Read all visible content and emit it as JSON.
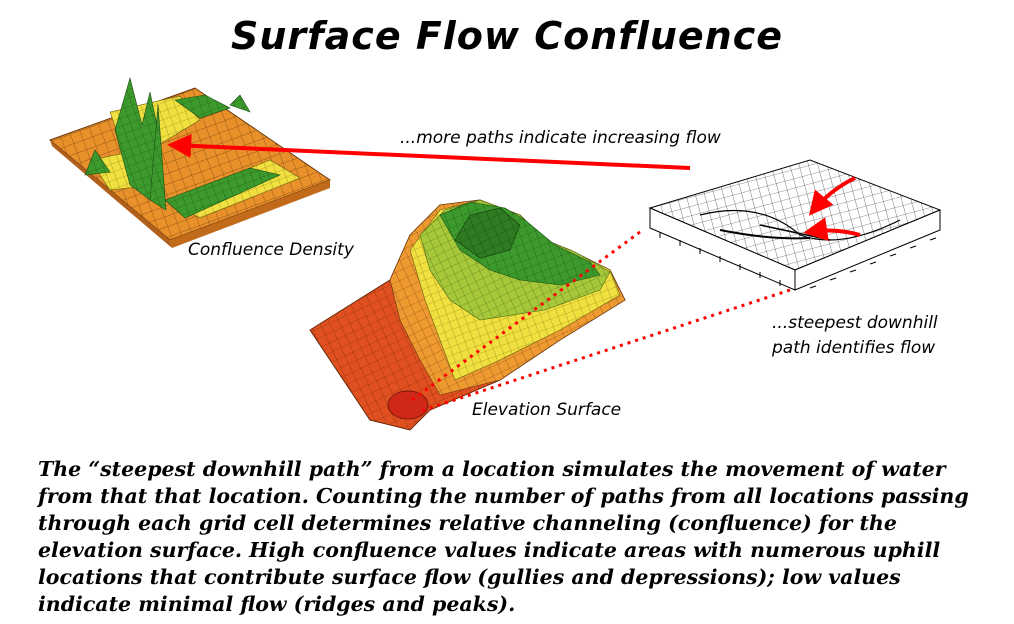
{
  "title": "Surface Flow Confluence",
  "labels": {
    "more_paths": "...more paths indicate increasing flow",
    "confluence_density": "Confluence Density",
    "steepest_line1": "...steepest downhill",
    "steepest_line2": "path identifies flow",
    "elevation_surface": "Elevation Surface"
  },
  "caption": "The “steepest downhill path” from a location simulates the movement of water from that that location.  Counting the number of paths from all locations passing through each grid cell determines relative channeling (confluence) for the elevation surface.  High confluence values indicate areas with numerous uphill locations that contribute surface flow (gullies and depressions); low values indicate minimal flow (ridges and peaks).",
  "colors": {
    "arrow": "#ff0000",
    "orange": "#e8902a",
    "green": "#3c9a2c",
    "yellow": "#f0e040",
    "dark_orange": "#e05020"
  }
}
